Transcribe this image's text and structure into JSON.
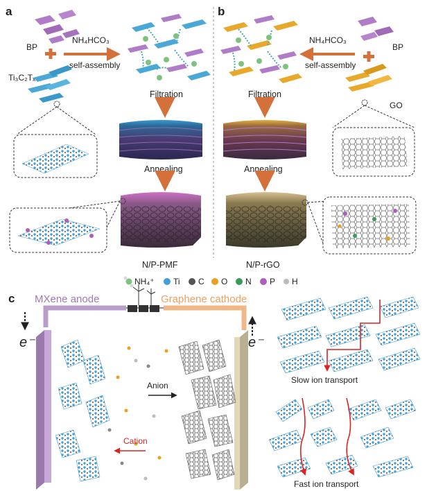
{
  "panels": {
    "a": {
      "letter": "a",
      "bp": "BP",
      "plus": "+",
      "mxene": "Ti₃C₂Tₓ",
      "reagent": "NH₄HCO₃",
      "process": "self-assembly",
      "filtration": "Filtration",
      "annealing": "Annealing",
      "product": "N/P-PMF"
    },
    "b": {
      "letter": "b",
      "bp": "BP",
      "go": "GO",
      "reagent": "NH₄HCO₃",
      "process": "self-assembly",
      "filtration": "Filtration",
      "annealing": "Annealing",
      "product": "N/P-rGO"
    },
    "c": {
      "letter": "c",
      "anode": "MXene anode",
      "cathode": "Graphene cathode",
      "electron_left": "e⁻",
      "electron_right": "e⁻",
      "anion": "Anion",
      "cation": "Cation",
      "slow": "Slow ion transport",
      "fast": "Fast ion transport"
    }
  },
  "legend": [
    {
      "label": "NH₄⁺",
      "color": "#7fc27f"
    },
    {
      "label": "Ti",
      "color": "#3f9fd6"
    },
    {
      "label": "C",
      "color": "#555555"
    },
    {
      "label": "O",
      "color": "#e8a020"
    },
    {
      "label": "N",
      "color": "#3a9a5a"
    },
    {
      "label": "P",
      "color": "#b05cc0"
    },
    {
      "label": "H",
      "color": "#bbbbbb"
    }
  ],
  "colors": {
    "bp": "#b07cc8",
    "mxene": "#4aa8d8",
    "go": "#e8a82a",
    "arrow": "#d4703a",
    "anode_bar": "#b89ec8",
    "cathode_bar": "#f0b888",
    "red_arrow": "#dd2222"
  }
}
